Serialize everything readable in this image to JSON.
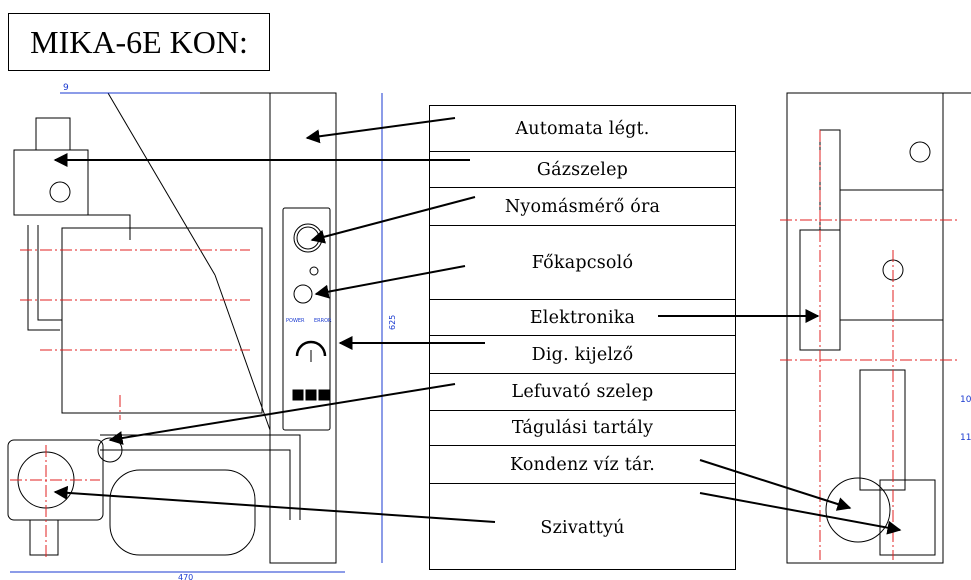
{
  "title": "MIKA-6E KON:",
  "labels": [
    "Automata légt.",
    "Gázszelep",
    "Nyomásmérő óra",
    "Főkapcsoló",
    "Elektronika",
    "Dig. kijelző",
    "Lefuvató szelep",
    "Tágulási tartály",
    "Kondenz víz tár.",
    "Szivattyú"
  ],
  "drawing_text": {
    "left_dimension": "470",
    "vertical_dimension": "625",
    "callout_top": "9",
    "callout_right_1": "10",
    "callout_right_2": "11",
    "panel_power": "POWER",
    "panel_error": "ERROR"
  },
  "colors": {
    "line": "#000000",
    "center_line": "#e02020",
    "dimension": "#1a3ad0"
  }
}
